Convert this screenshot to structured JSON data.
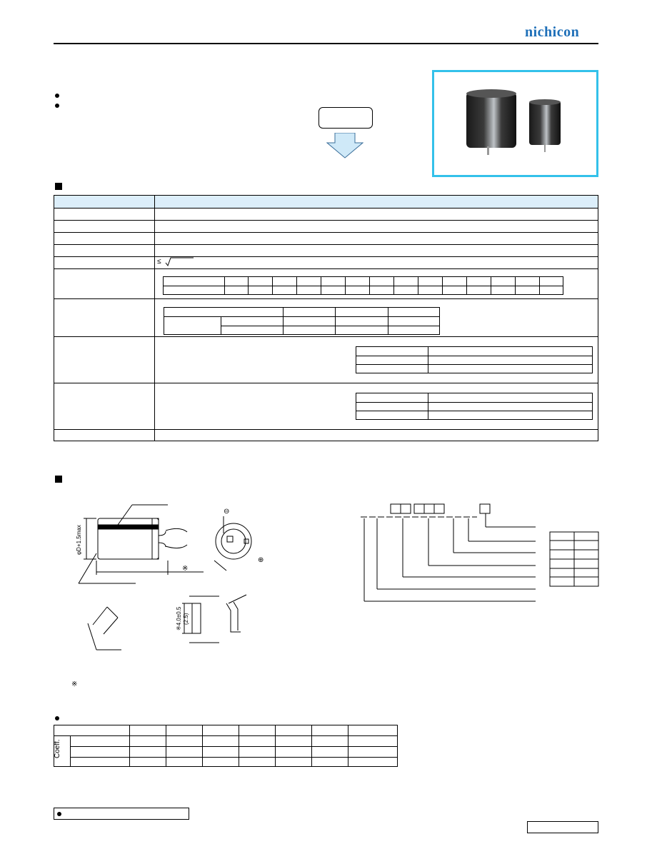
{
  "header": {
    "brand": "nichicon"
  },
  "spec_table": {
    "le_symbol": "≤",
    "sqrt_symbol": "√"
  },
  "dimension": {
    "phi_label": "φD+1.5max",
    "lead_label": "※4.0±0.5",
    "pitch_label": "(2.5)",
    "note_mark": "※"
  },
  "coefficient_table": {
    "row_label": "Coeff."
  },
  "colors": {
    "brand": "#1e6fb8",
    "photo_border": "#33c1ea",
    "header_fill": "#dceefa"
  },
  "icons": [
    "bullet-dot",
    "section-square",
    "down-arrow",
    "minus-sign",
    "plus-sign"
  ]
}
